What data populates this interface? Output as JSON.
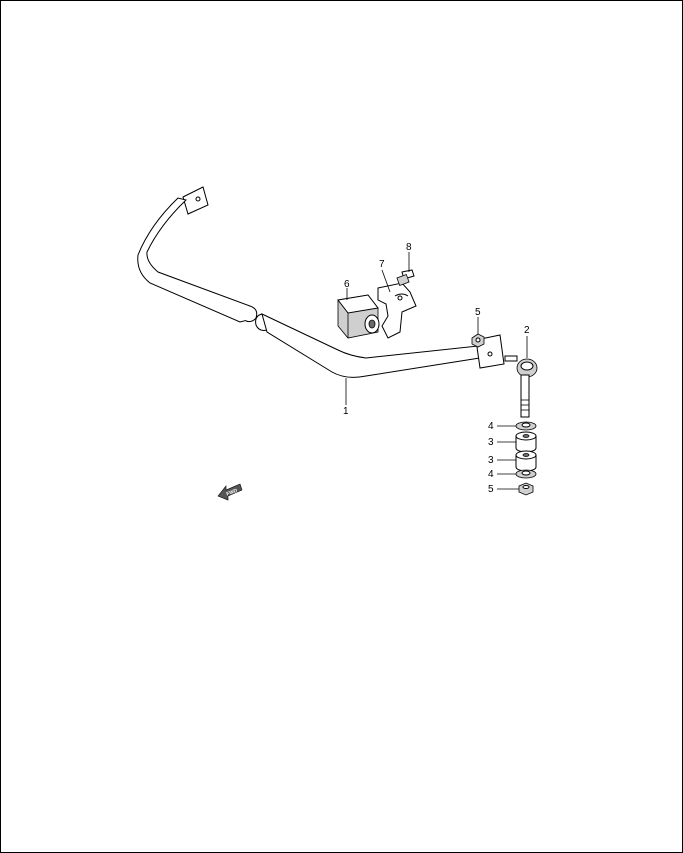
{
  "callouts": [
    {
      "id": "1",
      "label": "1"
    },
    {
      "id": "2",
      "label": "2"
    },
    {
      "id": "3a",
      "label": "3"
    },
    {
      "id": "3b",
      "label": "3"
    },
    {
      "id": "4a",
      "label": "4"
    },
    {
      "id": "4b",
      "label": "4"
    },
    {
      "id": "5a",
      "label": "5"
    },
    {
      "id": "5b",
      "label": "5"
    },
    {
      "id": "6",
      "label": "6"
    },
    {
      "id": "7",
      "label": "7"
    },
    {
      "id": "8",
      "label": "8"
    }
  ],
  "forward_arrow": {
    "label": "FWD"
  }
}
